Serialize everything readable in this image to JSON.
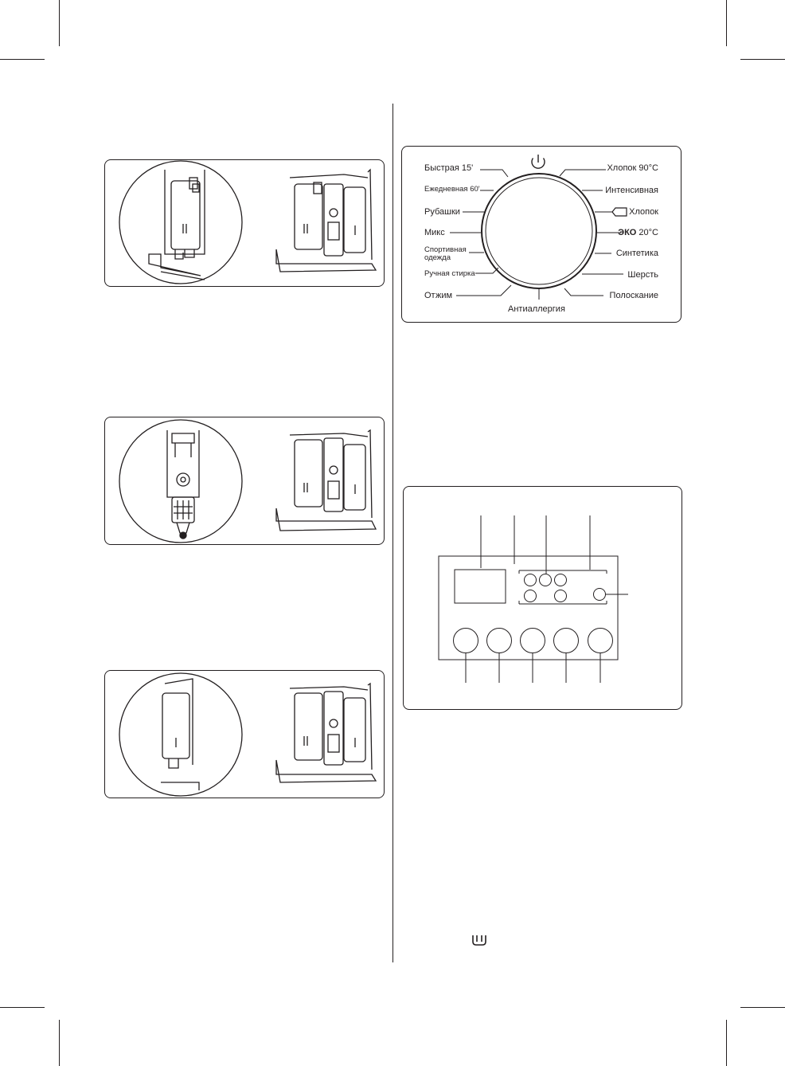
{
  "program_dial": {
    "left_programs": [
      "Быстрая 15'",
      "Ежедневная 60'",
      "Рубашки",
      "Микс",
      "Спортивная одежда",
      "Ручная стирка",
      "Отжим"
    ],
    "left_program_spoke_lines": [
      "Спортивная",
      "одежда"
    ],
    "bottom_program": "Антиаллергия",
    "right_programs": [
      "Хлопок 90°C",
      "Интенсивная",
      "Хлопок",
      "20°C",
      "Синтетика",
      "Шерсть",
      "Полоскание"
    ],
    "eco_prefix": "ЭКО",
    "power_icon": "power-icon",
    "tag_icon": "tag-icon"
  },
  "footer": {
    "icon": "tub-icon"
  },
  "colors": {
    "ink": "#231f20",
    "background": "#ffffff"
  }
}
